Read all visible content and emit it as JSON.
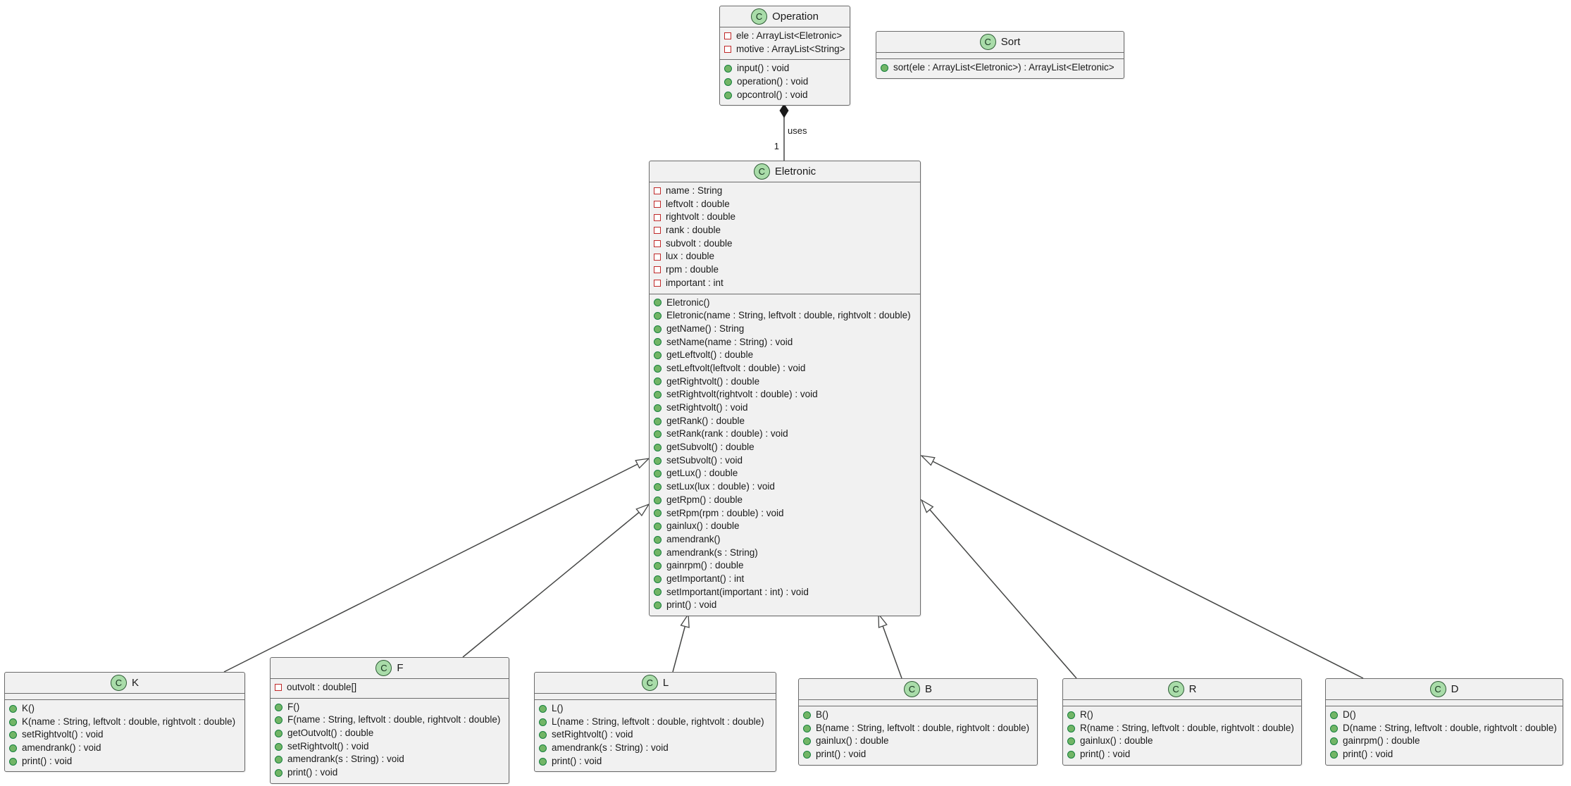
{
  "diagram": {
    "classes": [
      {
        "id": "Operation",
        "stereotype_letter": "C",
        "name": "Operation",
        "attributes": [
          {
            "visibility": "private",
            "text": "ele : ArrayList<Eletronic>"
          },
          {
            "visibility": "private",
            "text": "motive : ArrayList<String>"
          }
        ],
        "methods": [
          {
            "visibility": "public",
            "text": "input() : void"
          },
          {
            "visibility": "public",
            "text": "operation() : void"
          },
          {
            "visibility": "public",
            "text": "opcontrol() : void"
          }
        ]
      },
      {
        "id": "Sort",
        "stereotype_letter": "C",
        "name": "Sort",
        "attributes": [],
        "methods": [
          {
            "visibility": "public",
            "text": "sort(ele : ArrayList<Eletronic>) : ArrayList<Eletronic>"
          }
        ]
      },
      {
        "id": "Eletronic",
        "stereotype_letter": "C",
        "name": "Eletronic",
        "attributes": [
          {
            "visibility": "private",
            "text": "name : String"
          },
          {
            "visibility": "private",
            "text": "leftvolt : double"
          },
          {
            "visibility": "private",
            "text": "rightvolt : double"
          },
          {
            "visibility": "private",
            "text": "rank : double"
          },
          {
            "visibility": "private",
            "text": "subvolt : double"
          },
          {
            "visibility": "private",
            "text": "lux : double"
          },
          {
            "visibility": "private",
            "text": "rpm : double"
          },
          {
            "visibility": "private",
            "text": "important : int"
          }
        ],
        "methods": [
          {
            "visibility": "public",
            "text": "Eletronic()"
          },
          {
            "visibility": "public",
            "text": "Eletronic(name : String, leftvolt : double, rightvolt : double)"
          },
          {
            "visibility": "public",
            "text": "getName() : String"
          },
          {
            "visibility": "public",
            "text": "setName(name : String) : void"
          },
          {
            "visibility": "public",
            "text": "getLeftvolt() : double"
          },
          {
            "visibility": "public",
            "text": "setLeftvolt(leftvolt : double) : void"
          },
          {
            "visibility": "public",
            "text": "getRightvolt() : double"
          },
          {
            "visibility": "public",
            "text": "setRightvolt(rightvolt : double) : void"
          },
          {
            "visibility": "public",
            "text": "setRightvolt() : void"
          },
          {
            "visibility": "public",
            "text": "getRank() : double"
          },
          {
            "visibility": "public",
            "text": "setRank(rank : double) : void"
          },
          {
            "visibility": "public",
            "text": "getSubvolt() : double"
          },
          {
            "visibility": "public",
            "text": "setSubvolt() : void"
          },
          {
            "visibility": "public",
            "text": "getLux() : double"
          },
          {
            "visibility": "public",
            "text": "setLux(lux : double) : void"
          },
          {
            "visibility": "public",
            "text": "getRpm() : double"
          },
          {
            "visibility": "public",
            "text": "setRpm(rpm : double) : void"
          },
          {
            "visibility": "public",
            "text": "gainlux() : double"
          },
          {
            "visibility": "public",
            "text": "amendrank()"
          },
          {
            "visibility": "public",
            "text": "amendrank(s : String)"
          },
          {
            "visibility": "public",
            "text": "gainrpm() : double"
          },
          {
            "visibility": "public",
            "text": "getImportant() : int"
          },
          {
            "visibility": "public",
            "text": "setImportant(important : int) : void"
          },
          {
            "visibility": "public",
            "text": "print() : void"
          }
        ]
      },
      {
        "id": "K",
        "stereotype_letter": "C",
        "name": "K",
        "attributes": [],
        "methods": [
          {
            "visibility": "public",
            "text": "K()"
          },
          {
            "visibility": "public",
            "text": "K(name : String, leftvolt : double, rightvolt : double)"
          },
          {
            "visibility": "public",
            "text": "setRightvolt() : void"
          },
          {
            "visibility": "public",
            "text": "amendrank() : void"
          },
          {
            "visibility": "public",
            "text": "print() : void"
          }
        ]
      },
      {
        "id": "F",
        "stereotype_letter": "C",
        "name": "F",
        "attributes": [
          {
            "visibility": "private",
            "text": "outvolt : double[]"
          }
        ],
        "methods": [
          {
            "visibility": "public",
            "text": "F()"
          },
          {
            "visibility": "public",
            "text": "F(name : String, leftvolt : double, rightvolt : double)"
          },
          {
            "visibility": "public",
            "text": "getOutvolt() : double"
          },
          {
            "visibility": "public",
            "text": "setRightvolt() : void"
          },
          {
            "visibility": "public",
            "text": "amendrank(s : String) : void"
          },
          {
            "visibility": "public",
            "text": "print() : void"
          }
        ]
      },
      {
        "id": "L",
        "stereotype_letter": "C",
        "name": "L",
        "attributes": [],
        "methods": [
          {
            "visibility": "public",
            "text": "L()"
          },
          {
            "visibility": "public",
            "text": "L(name : String, leftvolt : double, rightvolt : double)"
          },
          {
            "visibility": "public",
            "text": "setRightvolt() : void"
          },
          {
            "visibility": "public",
            "text": "amendrank(s : String) : void"
          },
          {
            "visibility": "public",
            "text": "print() : void"
          }
        ]
      },
      {
        "id": "B",
        "stereotype_letter": "C",
        "name": "B",
        "attributes": [],
        "methods": [
          {
            "visibility": "public",
            "text": "B()"
          },
          {
            "visibility": "public",
            "text": "B(name : String, leftvolt : double, rightvolt : double)"
          },
          {
            "visibility": "public",
            "text": "gainlux() : double"
          },
          {
            "visibility": "public",
            "text": "print() : void"
          }
        ]
      },
      {
        "id": "R",
        "stereotype_letter": "C",
        "name": "R",
        "attributes": [],
        "methods": [
          {
            "visibility": "public",
            "text": "R()"
          },
          {
            "visibility": "public",
            "text": "R(name : String, leftvolt : double, rightvolt : double)"
          },
          {
            "visibility": "public",
            "text": "gainlux() : double"
          },
          {
            "visibility": "public",
            "text": "print() : void"
          }
        ]
      },
      {
        "id": "D",
        "stereotype_letter": "C",
        "name": "D",
        "attributes": [],
        "methods": [
          {
            "visibility": "public",
            "text": "D()"
          },
          {
            "visibility": "public",
            "text": "D(name : String, leftvolt : double, rightvolt : double)"
          },
          {
            "visibility": "public",
            "text": "gainrpm() : double"
          },
          {
            "visibility": "public",
            "text": "print() : void"
          }
        ]
      }
    ],
    "relationships": [
      {
        "type": "composition",
        "owner": "Operation",
        "part": "Eletronic",
        "label": "uses",
        "multiplicity": "1"
      },
      {
        "type": "generalization",
        "child": "K",
        "parent": "Eletronic"
      },
      {
        "type": "generalization",
        "child": "F",
        "parent": "Eletronic"
      },
      {
        "type": "generalization",
        "child": "L",
        "parent": "Eletronic"
      },
      {
        "type": "generalization",
        "child": "B",
        "parent": "Eletronic"
      },
      {
        "type": "generalization",
        "child": "R",
        "parent": "Eletronic"
      },
      {
        "type": "generalization",
        "child": "D",
        "parent": "Eletronic"
      }
    ],
    "colors": {
      "background": "#ffffff",
      "class_fill": "#f1f1f1",
      "class_border": "#6b6b6b",
      "class_icon_fill": "#a9dca9",
      "class_icon_border": "#2e5c35",
      "private_field_icon_color": "#c02929",
      "public_method_icon_fill": "#72b566",
      "public_method_icon_border": "#15803d",
      "edge_color": "#454645",
      "text_color": "#1a1a1a"
    }
  }
}
